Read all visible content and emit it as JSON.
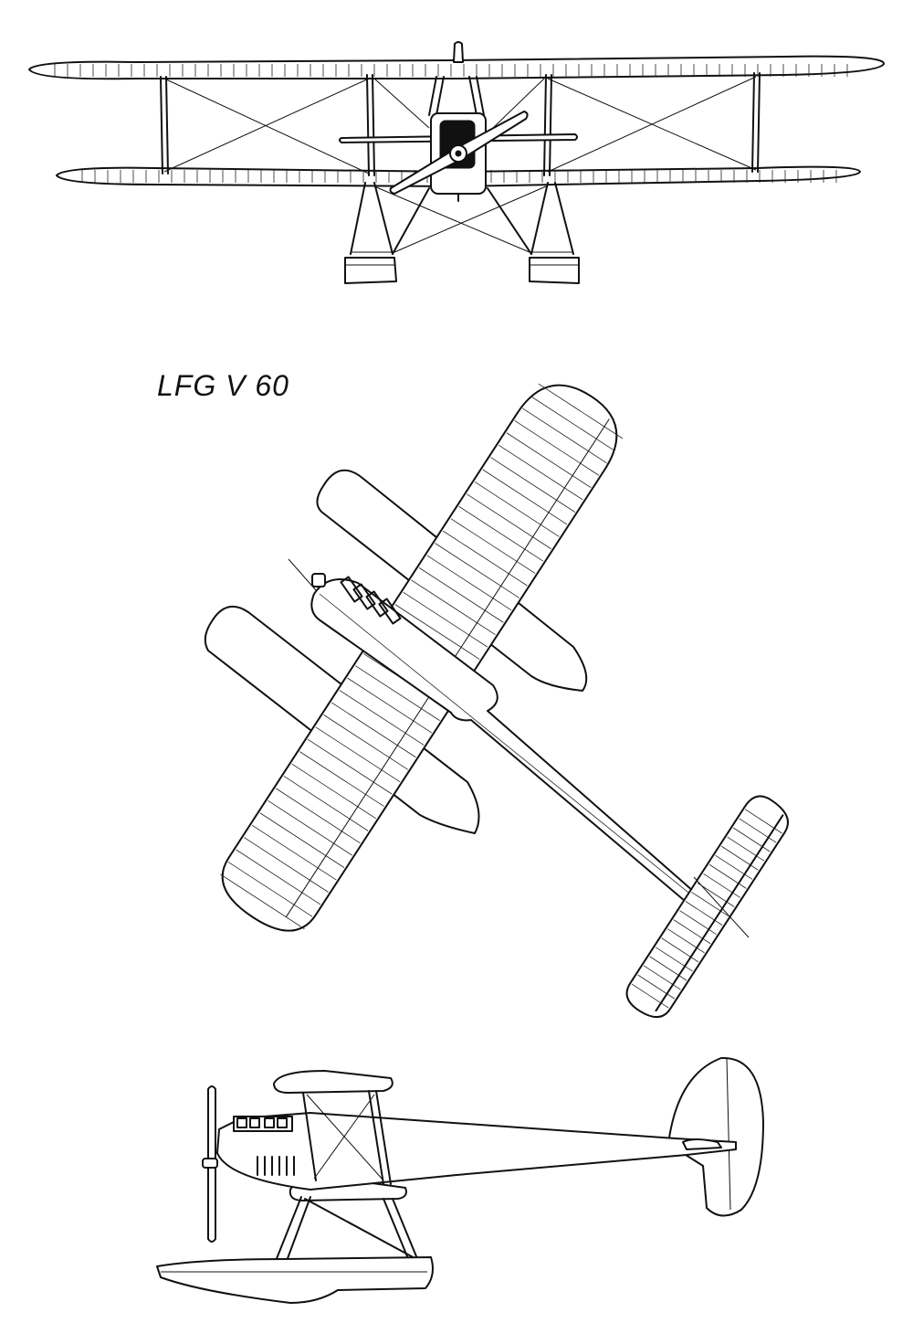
{
  "drawing": {
    "title": "LFG V 60",
    "views": [
      "front-view",
      "top-view",
      "side-view"
    ]
  },
  "colors": {
    "ink": "#111111",
    "paper": "#ffffff"
  }
}
